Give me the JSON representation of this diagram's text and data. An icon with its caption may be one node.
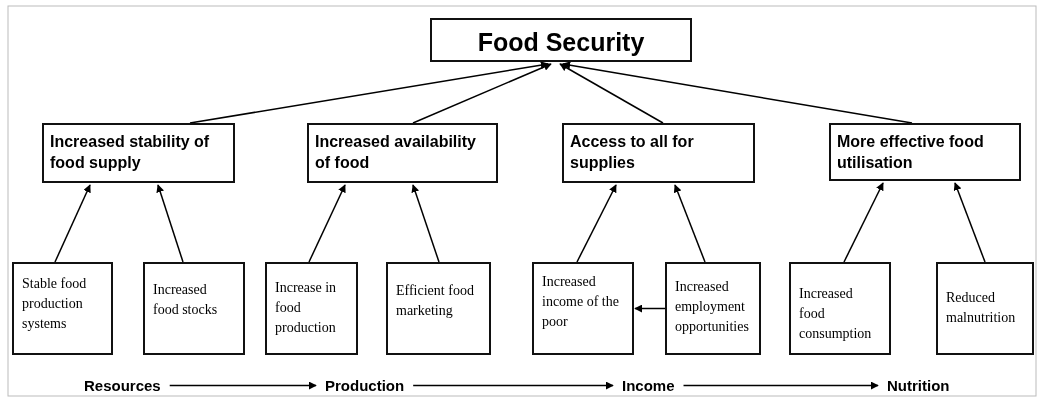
{
  "diagram": {
    "nodes": [
      {
        "text": [
          "Food Security"
        ]
      },
      {
        "text": [
          "Increased stability of food supply"
        ]
      },
      {
        "text": [
          "Increased availability of food"
        ]
      },
      {
        "text": [
          "Access to all for supplies"
        ]
      },
      {
        "text": [
          "More effective food utilisation"
        ]
      },
      {
        "text": [
          "Stable food production systems"
        ]
      },
      {
        "text": [
          "Increased food stocks"
        ]
      },
      {
        "text": [
          "Increase in food production"
        ]
      },
      {
        "text": [
          "Efficient food marketing"
        ]
      },
      {
        "text": [
          "Increased income of the poor"
        ]
      },
      {
        "text": [
          "Increased employment opportunities"
        ]
      },
      {
        "text": [
          "Increased food consumption"
        ]
      },
      {
        "text": [
          "Reduced malnutrition"
        ]
      },
      {
        "text": [
          "Resources"
        ]
      },
      {
        "text": [
          "Production"
        ]
      },
      {
        "text": [
          "Income"
        ]
      },
      {
        "text": [
          "Nutrition"
        ]
      }
    ],
    "edges": [
      {
        "from": 1,
        "to": 0,
        "arrow": "to"
      },
      {
        "from": 2,
        "to": 0,
        "arrow": "to"
      },
      {
        "from": 3,
        "to": 0,
        "arrow": "to"
      },
      {
        "from": 4,
        "to": 0,
        "arrow": "to"
      },
      {
        "from": 5,
        "to": 1,
        "arrow": "to"
      },
      {
        "from": 6,
        "to": 1,
        "arrow": "to"
      },
      {
        "from": 7,
        "to": 2,
        "arrow": "to"
      },
      {
        "from": 8,
        "to": 2,
        "arrow": "to"
      },
      {
        "from": 9,
        "to": 3,
        "arrow": "to"
      },
      {
        "from": 10,
        "to": 3,
        "arrow": "to"
      },
      {
        "from": 11,
        "to": 4,
        "arrow": "to"
      },
      {
        "from": 12,
        "to": 4,
        "arrow": "to"
      },
      {
        "from": 10,
        "to": 9,
        "arrow": "to"
      },
      {
        "from": 13,
        "to": 14,
        "arrow": "to"
      },
      {
        "from": 14,
        "to": 15,
        "arrow": "to"
      },
      {
        "from": 15,
        "to": 16,
        "arrow": "to"
      }
    ]
  }
}
